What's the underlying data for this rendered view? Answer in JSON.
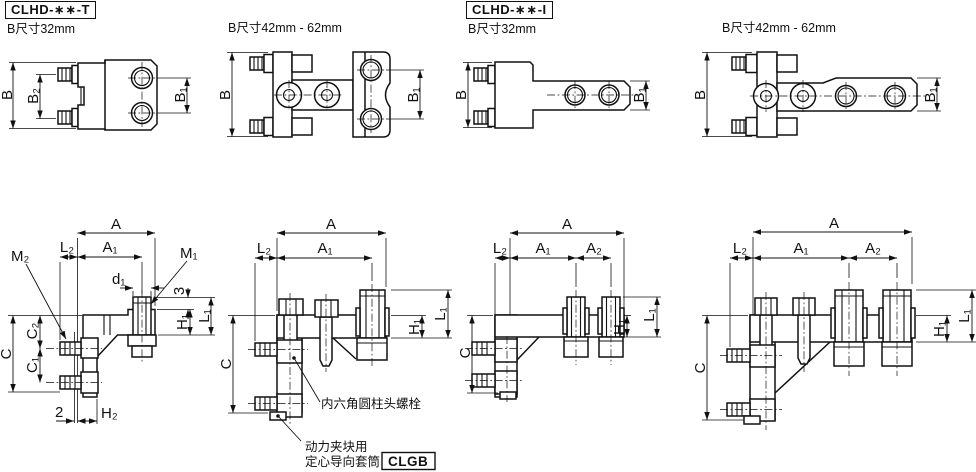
{
  "headers": {
    "t_code": "CLHD-∗∗-T",
    "t_size_small": "B尺寸32mm",
    "t_size_large": "B尺寸42mm - 62mm",
    "i_code": "CLHD-∗∗-I",
    "i_size_small": "B尺寸32mm",
    "i_size_large": "B尺寸42mm - 62mm"
  },
  "dims": {
    "A": "A",
    "A1": "A₁",
    "A2": "A₂",
    "B": "B",
    "B1": "B₁",
    "B2": "B₂",
    "C": "C",
    "C1": "C₁",
    "C2": "C₂",
    "H1": "H₁",
    "H2": "H₂",
    "L1": "L₁",
    "L2": "L₂",
    "M1": "M₁",
    "M2": "M₂",
    "d1": "d₁",
    "three": "3",
    "two": "2"
  },
  "annotations": {
    "hex_socket_bolt": "内六角圆柱头螺栓",
    "clgb_line1": "动力夹块用",
    "clgb_line2": "定心导向套筒",
    "clgb_code": "CLGB"
  }
}
